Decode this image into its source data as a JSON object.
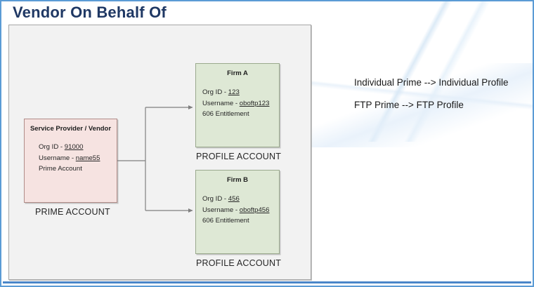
{
  "title": "Vendor On Behalf Of",
  "colors": {
    "title": "#1f3864",
    "panel_bg": "#f2f2f2",
    "prime_box": "#f6e3e1",
    "profile_box": "#dee8d5",
    "accent_border": "#5b9bd5",
    "connector": "#808080"
  },
  "diagram": {
    "prime": {
      "title": "Service Provider / Vendor",
      "rows": [
        {
          "label": "Org ID - ",
          "value": "91000"
        },
        {
          "label": "Username - ",
          "value": "name55"
        },
        {
          "label": "Prime Account",
          "value": ""
        }
      ],
      "caption": "PRIME ACCOUNT"
    },
    "profiles": [
      {
        "title": "Firm A",
        "rows": [
          {
            "label": "Org ID - ",
            "value": "123"
          },
          {
            "label": "Username - ",
            "value": "oboftp123"
          },
          {
            "label": "606 Entitlement",
            "value": ""
          }
        ],
        "caption": "PROFILE ACCOUNT"
      },
      {
        "title": "Firm B",
        "rows": [
          {
            "label": "Org ID - ",
            "value": "456"
          },
          {
            "label": "Username - ",
            "value": "oboftp456"
          },
          {
            "label": "606 Entitlement",
            "value": ""
          }
        ],
        "caption": "PROFILE ACCOUNT"
      }
    ]
  },
  "notes": [
    "Individual Prime --> Individual Profile",
    "FTP Prime --> FTP Profile"
  ]
}
